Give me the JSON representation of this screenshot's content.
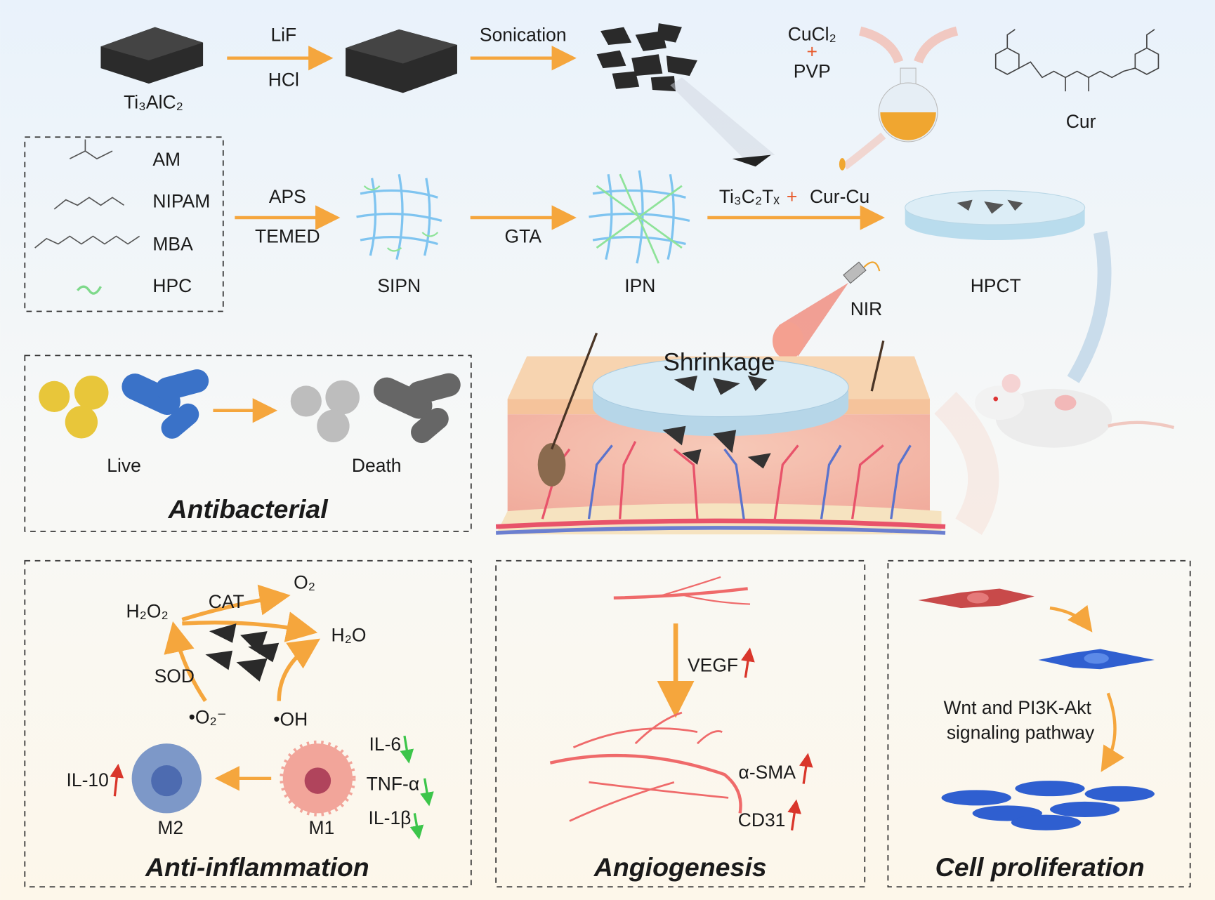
{
  "synthesis": {
    "precursor": "Ti₃AlC₂",
    "step1_top": "LiF",
    "step1_bottom": "HCl",
    "step2": "Sonication",
    "cucl2": "CuCl₂",
    "plus": "+",
    "pvp": "PVP",
    "cur": "Cur",
    "monomers": [
      "AM",
      "NIPAM",
      "MBA",
      "HPC"
    ],
    "step3_top": "APS",
    "step3_bottom": "TEMED",
    "sipn": "SIPN",
    "step4": "GTA",
    "ipn": "IPN",
    "step5_a": "Ti₃C₂Tₓ",
    "step5_plus": "+",
    "step5_b": "Cur-Cu",
    "hpct": "HPCT",
    "nir": "NIR",
    "shrinkage": "Shrinkage"
  },
  "antibacterial": {
    "live": "Live",
    "death": "Death",
    "title": "Antibacterial"
  },
  "anti_inflammation": {
    "h2o2": "H₂O₂",
    "cat": "CAT",
    "o2": "O₂",
    "h2o": "H₂O",
    "sod": "SOD",
    "superoxide": "•O₂⁻",
    "oh": "•OH",
    "il10": "IL-10",
    "m2": "M2",
    "m1": "M1",
    "il6": "IL-6",
    "tnf": "TNF-α",
    "il1b": "IL-1β",
    "title": "Anti-inflammation"
  },
  "angiogenesis": {
    "vegf": "VEGF",
    "asma": "α-SMA",
    "cd31": "CD31",
    "title": "Angiogenesis"
  },
  "cell_proliferation": {
    "pathway_1": "Wnt and PI3K-Akt",
    "pathway_2": "signaling pathway",
    "title": "Cell proliferation"
  },
  "colors": {
    "arrow": "#f5a63d",
    "up": "#d9362b",
    "down": "#3cc54a"
  }
}
